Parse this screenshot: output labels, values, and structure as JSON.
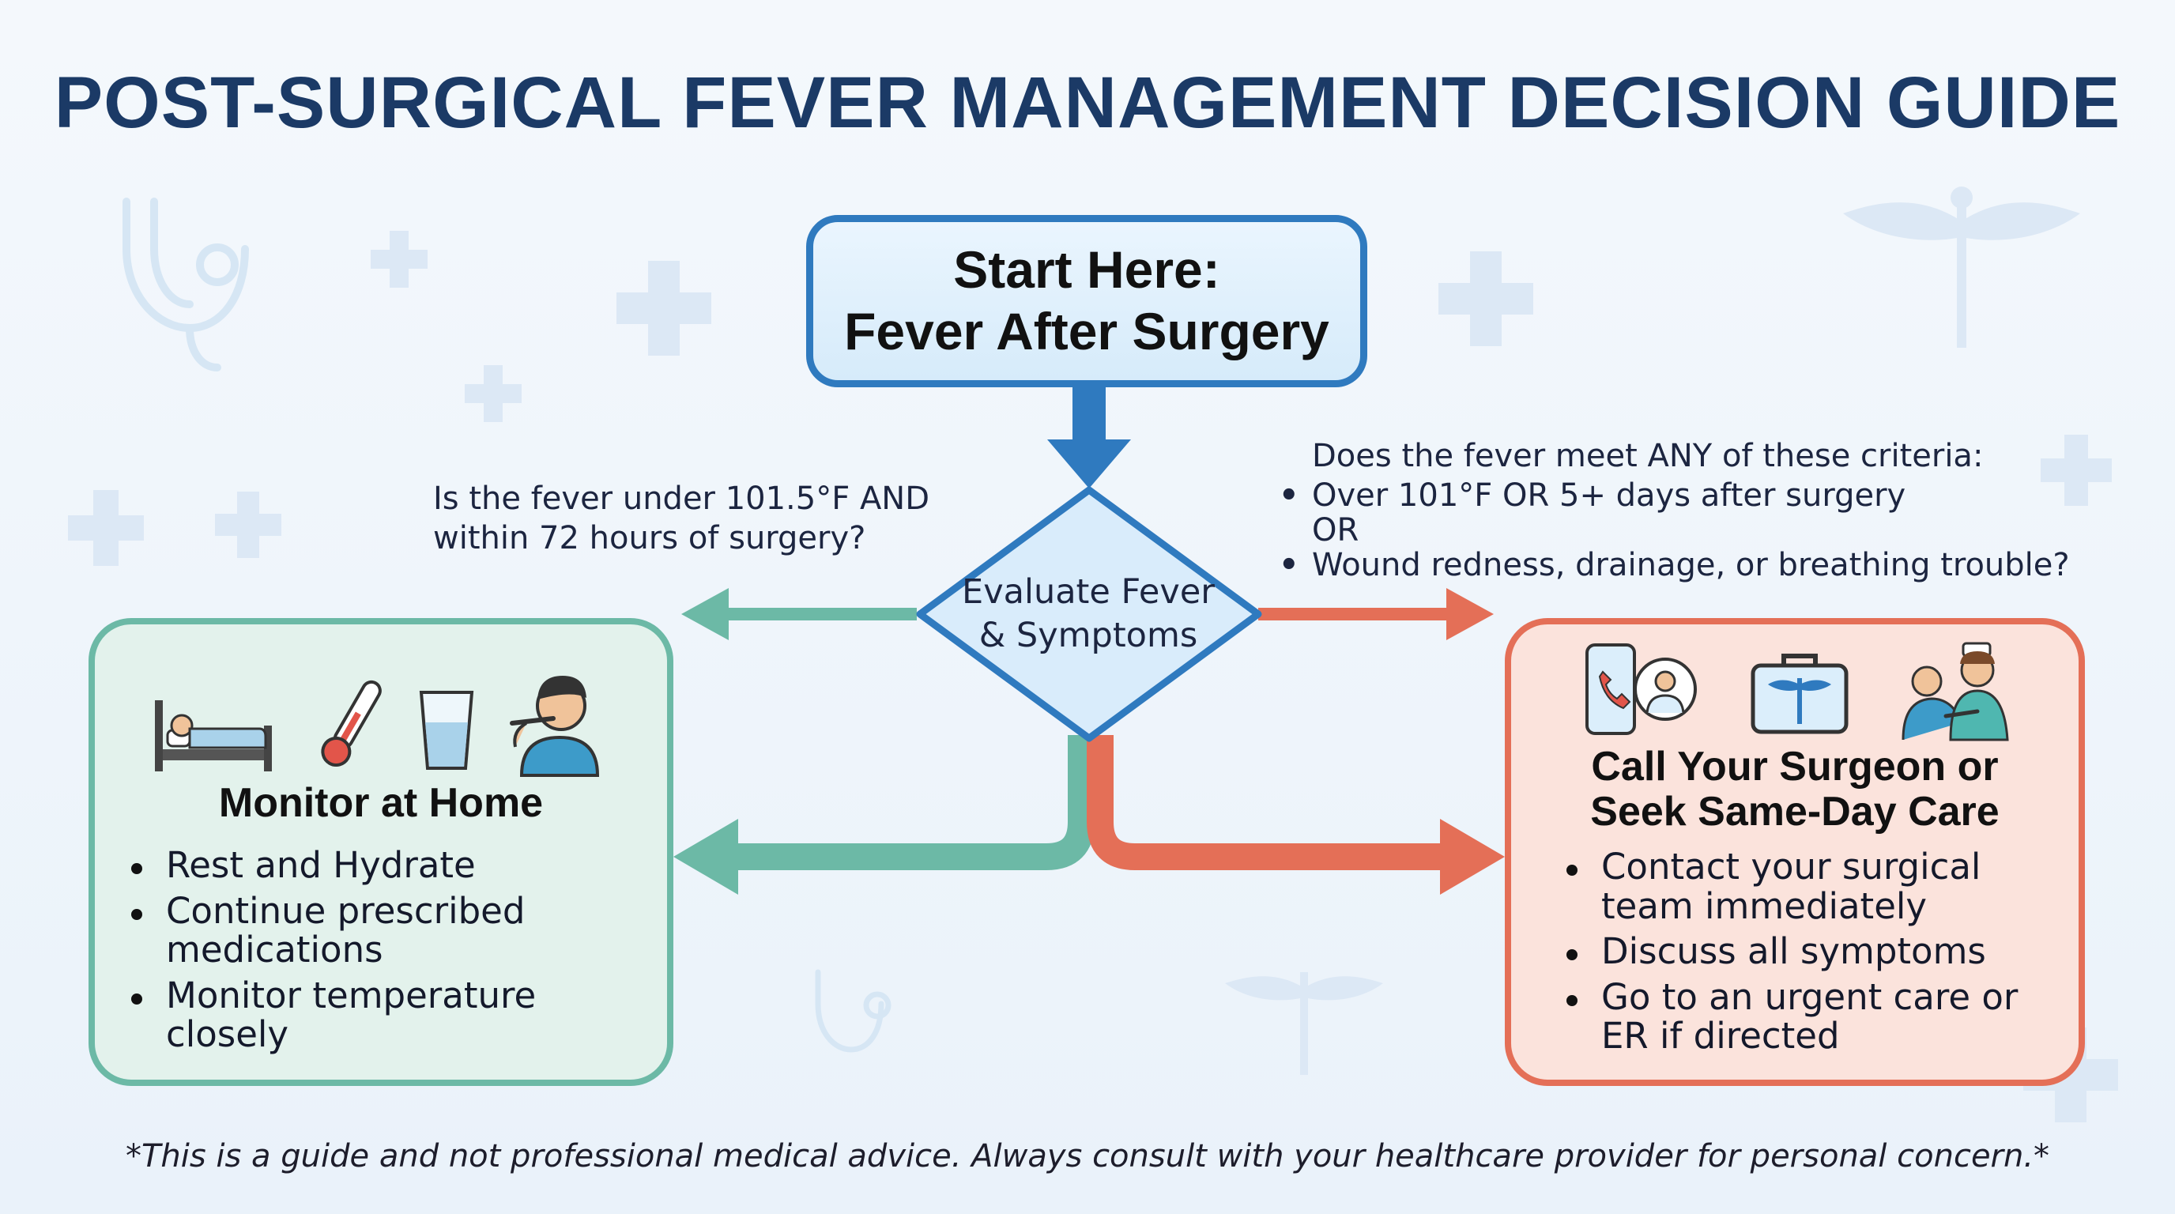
{
  "title": "POST-SURGICAL FEVER MANAGEMENT DECISION GUIDE",
  "colors": {
    "title": "#1b3a66",
    "start_border": "#2f7abf",
    "home_accent": "#6cb9a6",
    "care_accent": "#e46f57"
  },
  "start": {
    "line1": "Start Here:",
    "line2": "Fever After Surgery"
  },
  "decision": {
    "line1": "Evaluate Fever",
    "line2": "& Symptoms"
  },
  "left_question": {
    "line1": "Is the fever under 101.5°F AND",
    "line2": "within 72 hours of surgery?"
  },
  "right_question": {
    "intro": "Does the fever meet ANY of these criteria:",
    "criterion1": "Over 101°F OR 5+ days after surgery",
    "or_label": "OR",
    "criterion2": "Wound redness, drainage, or breathing trouble?"
  },
  "home": {
    "title": "Monitor at Home",
    "items": [
      "Rest and Hydrate",
      "Continue prescribed medications",
      "Monitor temperature closely"
    ],
    "icons": [
      "bed-rest-icon",
      "thermometer-icon",
      "water-glass-icon",
      "person-thermometer-icon"
    ]
  },
  "care": {
    "title_line1": "Call Your Surgeon or",
    "title_line2": "Seek Same-Day Care",
    "items": [
      "Contact your surgical team immediately",
      "Discuss all symptoms",
      "Go to an urgent care or ER if directed"
    ],
    "icons": [
      "phone-doctor-icon",
      "medical-bag-icon",
      "nurse-patient-icon"
    ]
  },
  "disclaimer": "*This is a guide and not professional medical advice. Always consult with your healthcare provider for personal concern.*"
}
